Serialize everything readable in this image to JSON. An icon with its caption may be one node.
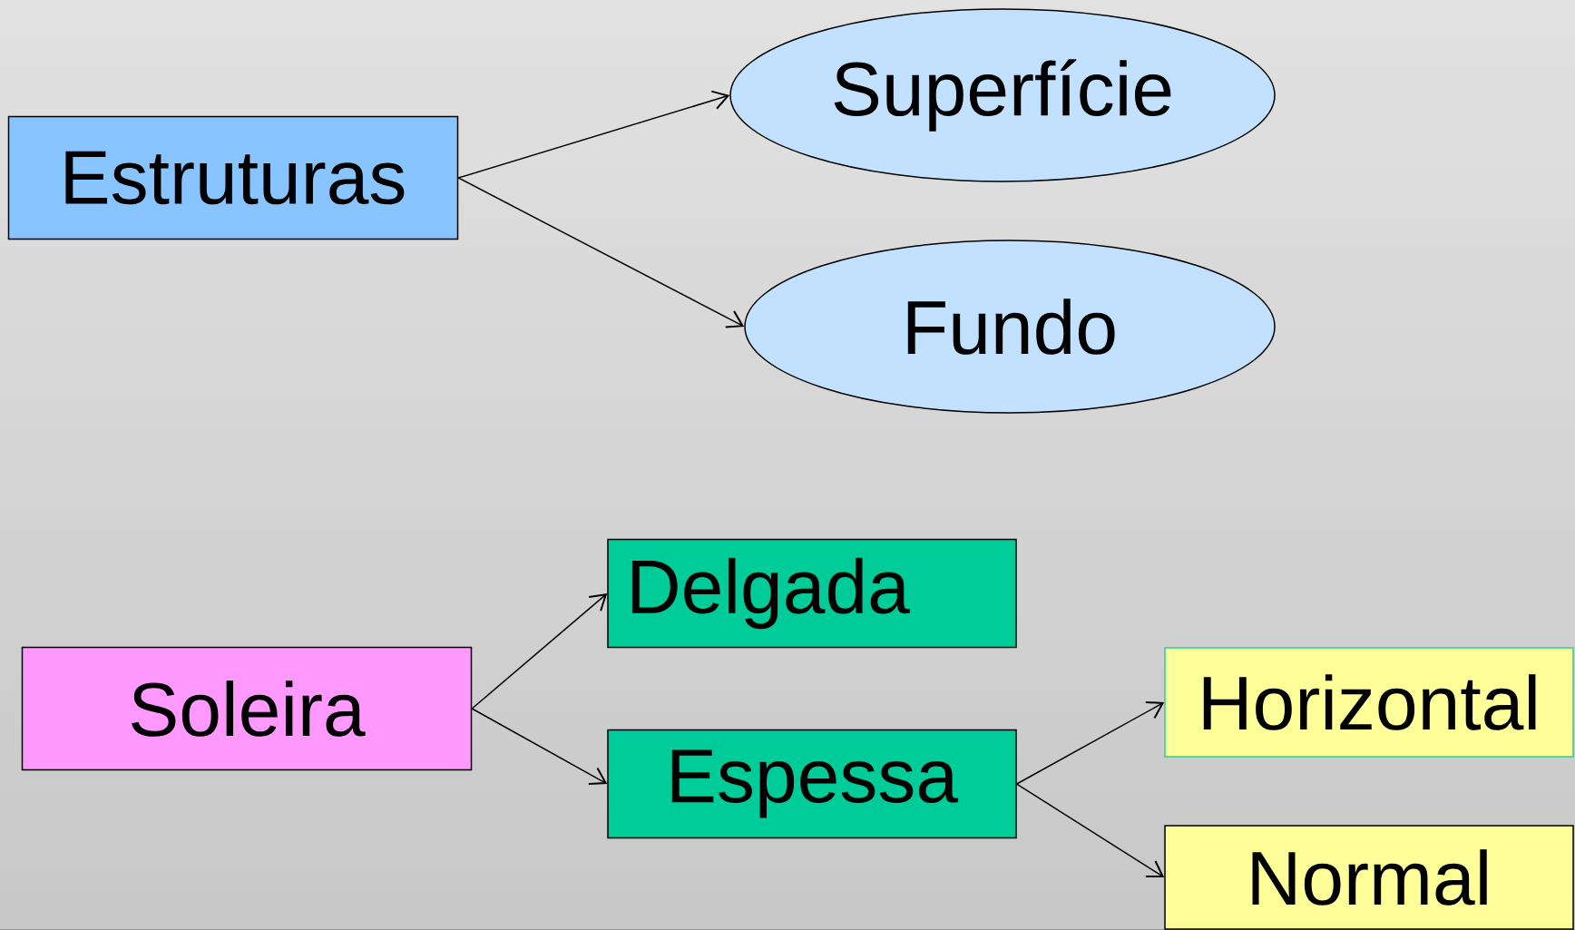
{
  "diagram": {
    "nodes": [
      {
        "text": [
          "Estruturas"
        ]
      },
      {
        "text": [
          "Superfície"
        ]
      },
      {
        "text": [
          "Fundo"
        ]
      },
      {
        "text": [
          "Soleira"
        ]
      },
      {
        "text": [
          "Delgada"
        ]
      },
      {
        "text": [
          "Espessa"
        ]
      },
      {
        "text": [
          "Horizontal"
        ]
      },
      {
        "text": [
          "Normal"
        ]
      }
    ],
    "edges": [
      {
        "from": 0,
        "to": 1,
        "arrow": "to"
      },
      {
        "from": 0,
        "to": 2,
        "arrow": "to"
      },
      {
        "from": 3,
        "to": 4,
        "arrow": "to"
      },
      {
        "from": 3,
        "to": 5,
        "arrow": "to"
      },
      {
        "from": 5,
        "to": 6,
        "arrow": "to"
      },
      {
        "from": 5,
        "to": 7,
        "arrow": "to"
      }
    ]
  }
}
